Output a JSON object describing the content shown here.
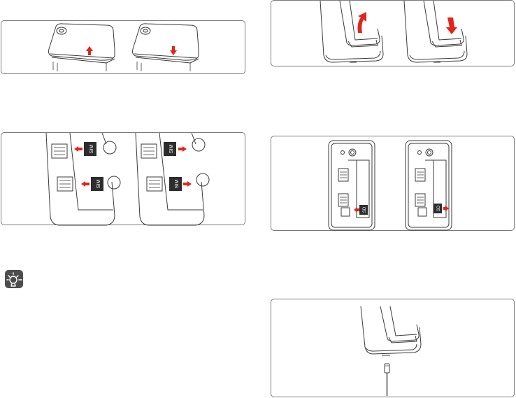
{
  "figures": {
    "remove_cover": {
      "name": "Remove back cover"
    },
    "back_cover_tilt": {
      "name": "Lift and replace back cover"
    },
    "sim_cards": {
      "name": "Insert and remove SIM cards",
      "card_labels": [
        "SIM",
        "SIM",
        "SIM",
        "SIM"
      ]
    },
    "sd_card": {
      "name": "Insert and remove microSD card",
      "card_labels": [
        "SD",
        "SD"
      ]
    },
    "charging": {
      "name": "Connect charger cable"
    }
  },
  "tip_icon": {
    "name": "tip-lightbulb-icon"
  },
  "colors": {
    "arrow": "#e1251b",
    "line": "#3a3a3a",
    "border": "#7a7a7a",
    "tip_bg": "#4d4d4d"
  }
}
